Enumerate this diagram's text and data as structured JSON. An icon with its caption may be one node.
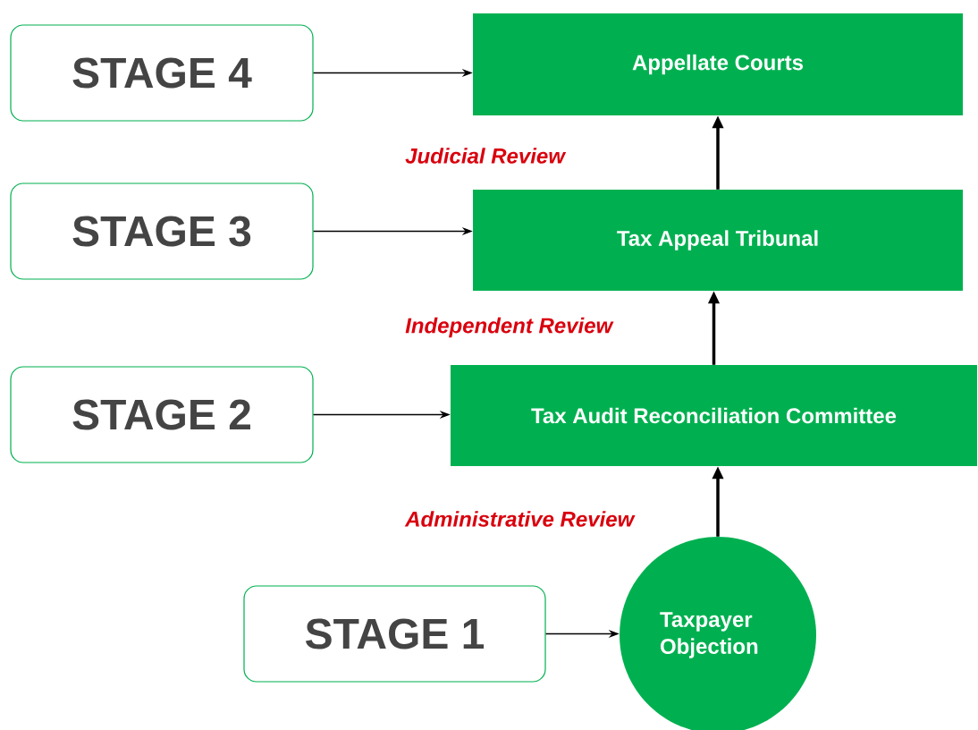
{
  "diagram": {
    "nodes": [
      {
        "text": [
          "STAGE 4"
        ]
      },
      {
        "text": [
          "Appellate Courts"
        ]
      },
      {
        "text": [
          "STAGE 3"
        ]
      },
      {
        "text": [
          "Tax Appeal Tribunal"
        ]
      },
      {
        "text": [
          "STAGE 2"
        ]
      },
      {
        "text": [
          "Tax  Audit Reconciliation Committee"
        ]
      },
      {
        "text": [
          "STAGE 1"
        ]
      },
      {
        "text": [
          "Taxpayer Objection"
        ]
      }
    ],
    "edges": [
      {
        "from": 0,
        "to": 1,
        "arrow": "to"
      },
      {
        "from": 2,
        "to": 3,
        "arrow": "to"
      },
      {
        "from": 4,
        "to": 5,
        "arrow": "to"
      },
      {
        "from": 6,
        "to": 7,
        "arrow": "to"
      },
      {
        "from": 7,
        "to": 5,
        "arrow": "to",
        "style": "thick"
      },
      {
        "from": 5,
        "to": 3,
        "arrow": "to",
        "style": "thick"
      },
      {
        "from": 3,
        "to": 1,
        "arrow": "to",
        "style": "thick"
      }
    ],
    "labels": [
      "Judicial Review",
      "Independent Review",
      "Administrative Review"
    ]
  }
}
